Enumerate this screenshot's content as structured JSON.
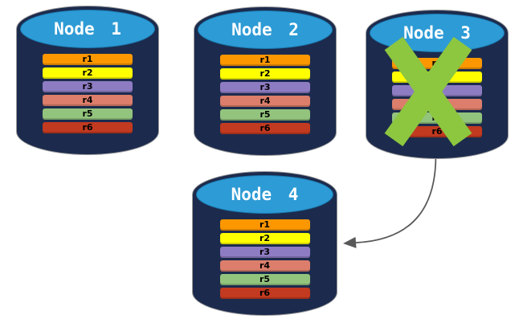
{
  "styles": {
    "background_color": "#FFFFFF",
    "node_body_color": "#1C2B4D",
    "node_cap_color": "#2D9BD5",
    "node_cap_border_color": "#1A7AB0",
    "node_outline_color": "#9A9A9A",
    "title_color": "#FFFFFF",
    "row_text_color": "#000000"
  },
  "nodes": [
    {
      "title": "Node 1",
      "failed": false,
      "rows": [
        {
          "label": "r1",
          "color": "#FC9700"
        },
        {
          "label": "r2",
          "color": "#FFFF00"
        },
        {
          "label": "r3",
          "color": "#8E7CC3"
        },
        {
          "label": "r4",
          "color": "#DC7E6B"
        },
        {
          "label": "r5",
          "color": "#93C47D"
        },
        {
          "label": "r6",
          "color": "#C23A20"
        }
      ]
    },
    {
      "title": "Node 2",
      "failed": false,
      "rows": [
        {
          "label": "r1",
          "color": "#FC9700"
        },
        {
          "label": "r2",
          "color": "#FFFF00"
        },
        {
          "label": "r3",
          "color": "#8E7CC3"
        },
        {
          "label": "r4",
          "color": "#DC7E6B"
        },
        {
          "label": "r5",
          "color": "#93C47D"
        },
        {
          "label": "r6",
          "color": "#C23A20"
        }
      ]
    },
    {
      "title": "Node 3",
      "failed": true,
      "rows": [
        {
          "label": "r1",
          "color": "#FC9700"
        },
        {
          "label": "r2",
          "color": "#FFFF00"
        },
        {
          "label": "r3",
          "color": "#8E7CC3"
        },
        {
          "label": "r4",
          "color": "#DC7E6B"
        },
        {
          "label": "r5",
          "color": "#93C47D"
        },
        {
          "label": "r6",
          "color": "#C23A20"
        }
      ]
    },
    {
      "title": "Node 4",
      "failed": false,
      "rows": [
        {
          "label": "r1",
          "color": "#FC9700"
        },
        {
          "label": "r2",
          "color": "#FFFF00"
        },
        {
          "label": "r3",
          "color": "#8E7CC3"
        },
        {
          "label": "r4",
          "color": "#DC7E6B"
        },
        {
          "label": "r5",
          "color": "#93C47D"
        },
        {
          "label": "r6",
          "color": "#C23A20"
        }
      ]
    }
  ],
  "failure_mark": {
    "on_node": "Node 3",
    "shape": "x",
    "color": "#8DC63F"
  },
  "arrow": {
    "from_node": "Node 3",
    "to_node": "Node 4",
    "color": "#595959"
  }
}
